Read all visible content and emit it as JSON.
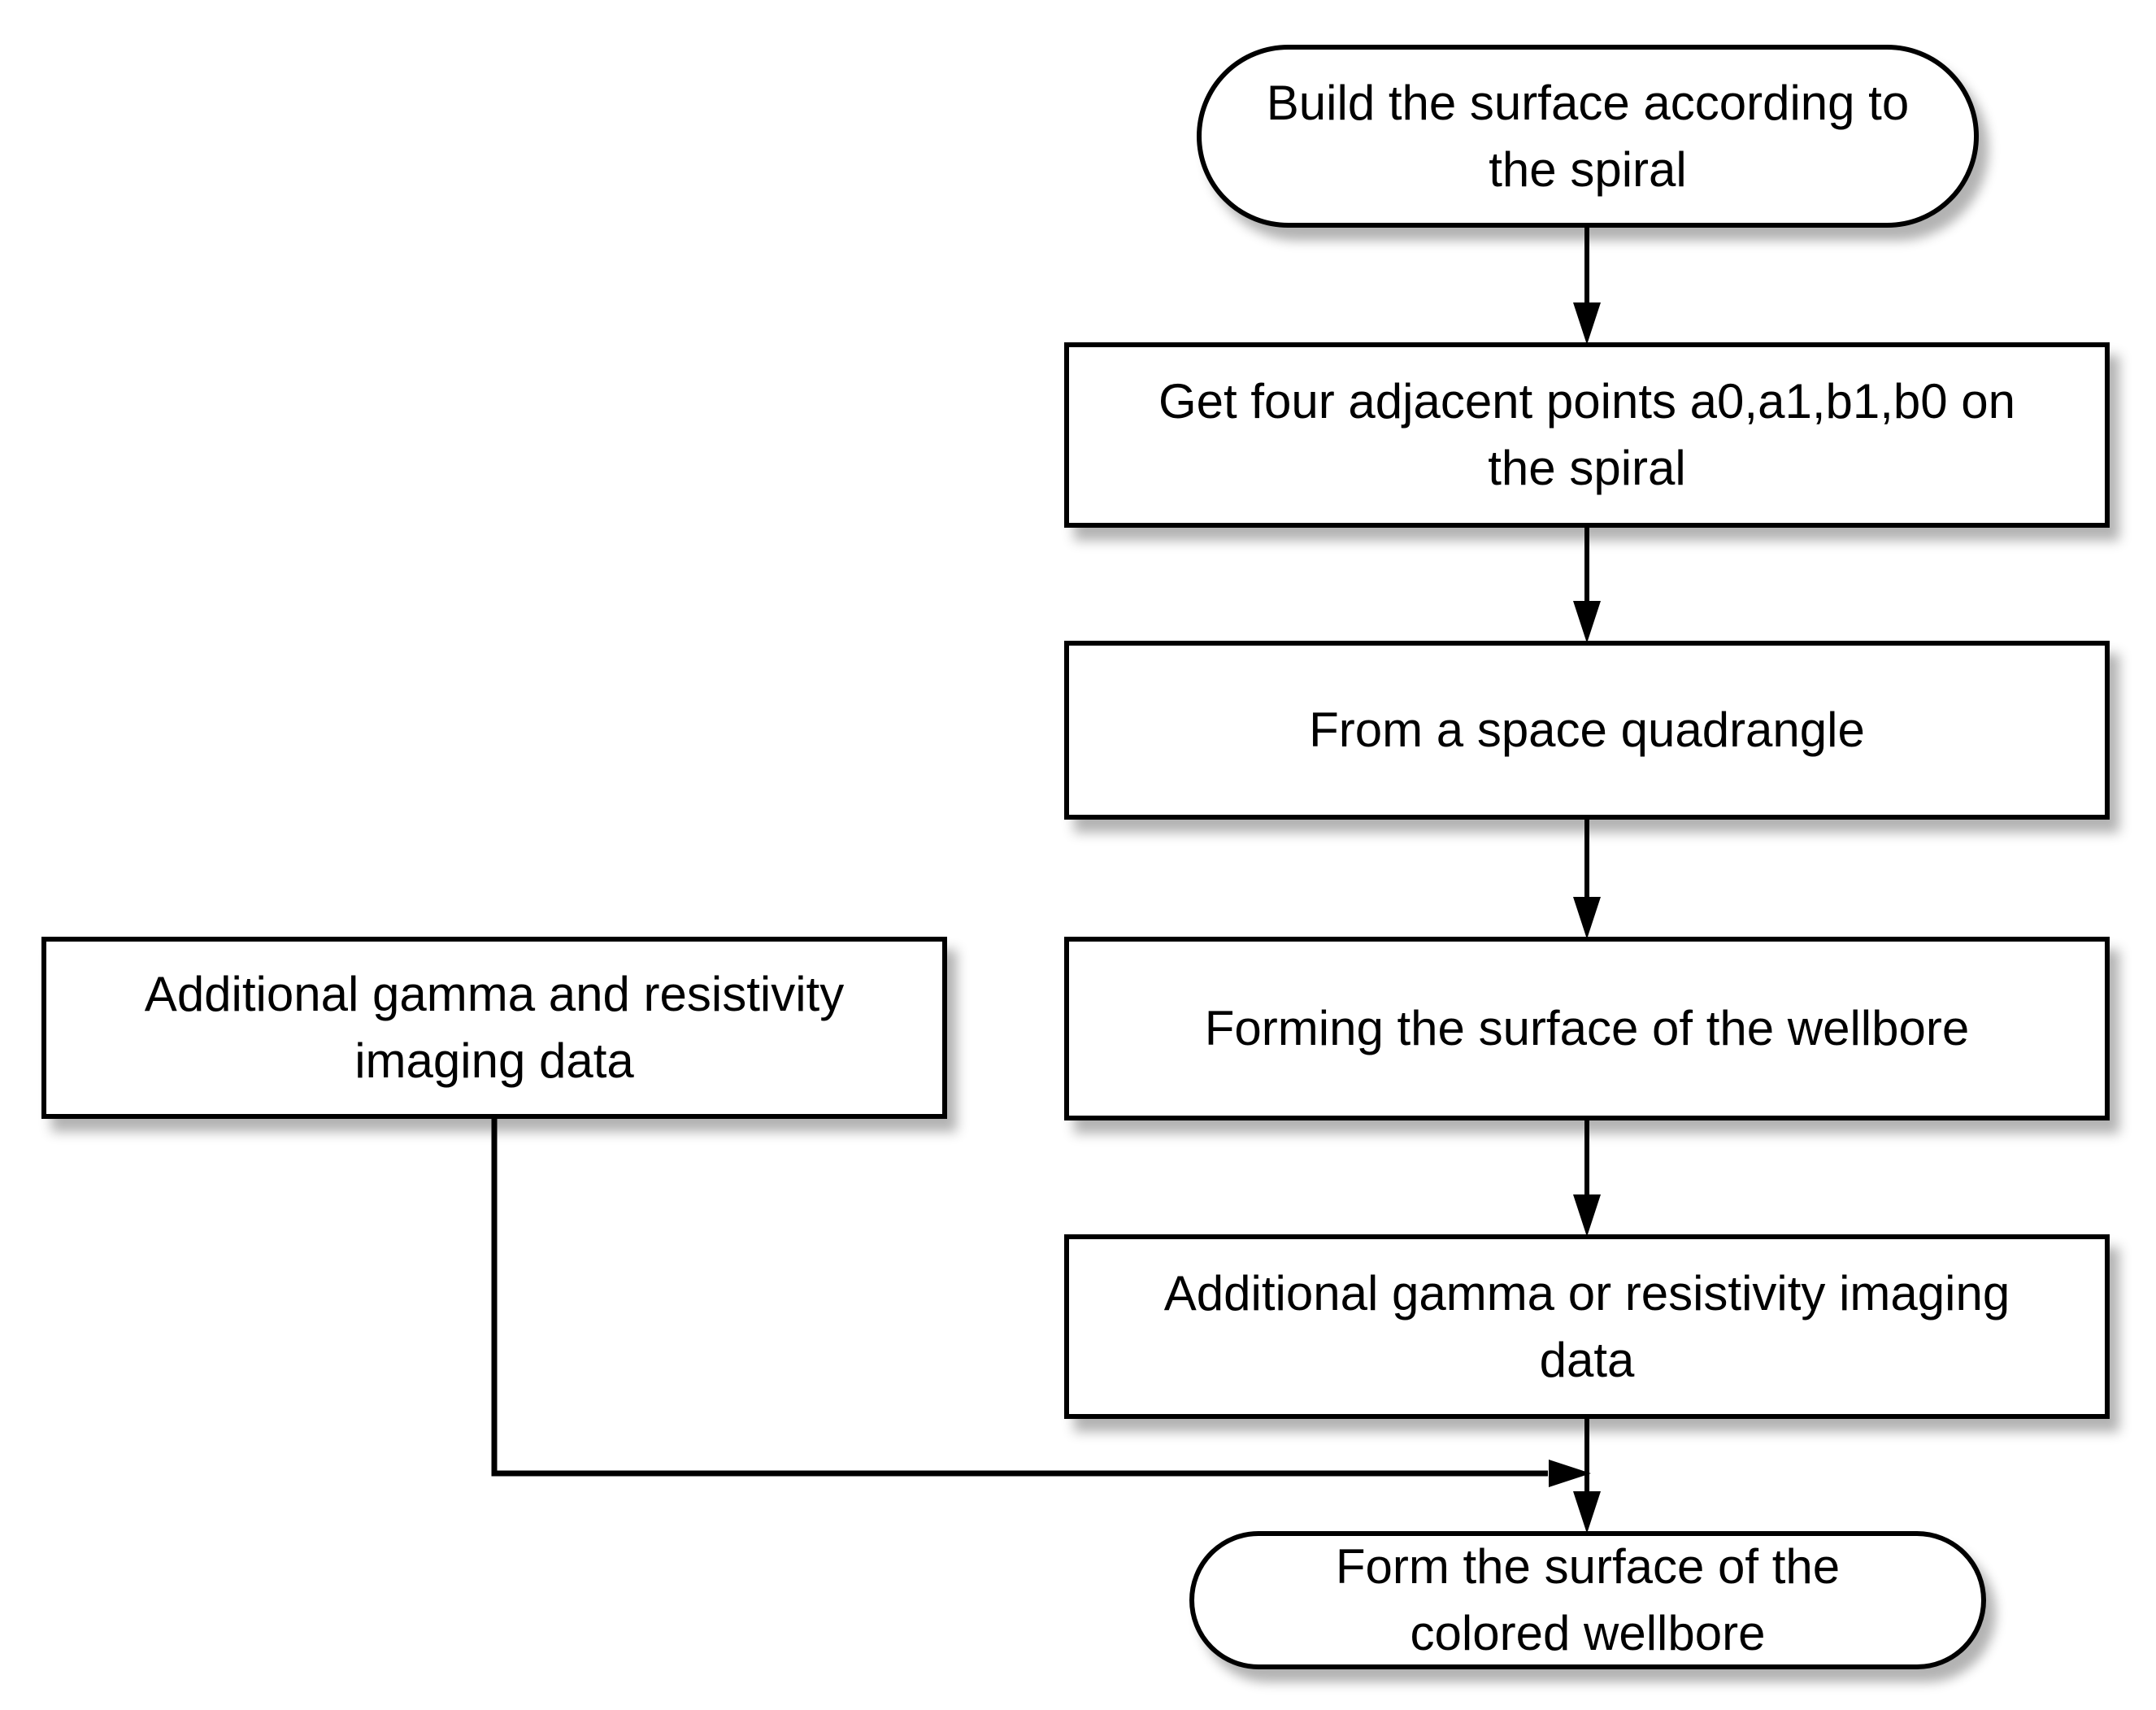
{
  "diagram": {
    "nodes": {
      "start": {
        "label": "Build the surface according to\nthe spiral",
        "shape": "terminator"
      },
      "get_points": {
        "label": "Get four adjacent points a0,a1,b1,b0 on\nthe spiral",
        "shape": "process"
      },
      "quadrangle": {
        "label": "From a space quadrangle",
        "shape": "process"
      },
      "wellbore_surface": {
        "label": "Forming the surface of the wellbore",
        "shape": "process"
      },
      "imaging_data": {
        "label": "Additional gamma or resistivity imaging\ndata",
        "shape": "process"
      },
      "side_input": {
        "label": "Additional gamma and resistivity\nimaging data",
        "shape": "process"
      },
      "end": {
        "label": "Form the surface of the\ncolored wellbore",
        "shape": "terminator"
      }
    },
    "edges": [
      {
        "from": "start",
        "to": "get_points"
      },
      {
        "from": "get_points",
        "to": "quadrangle"
      },
      {
        "from": "quadrangle",
        "to": "wellbore_surface"
      },
      {
        "from": "wellbore_surface",
        "to": "imaging_data"
      },
      {
        "from": "imaging_data",
        "to": "end"
      },
      {
        "from": "side_input",
        "to": "end"
      }
    ],
    "colors": {
      "stroke": "#000000",
      "fill": "#ffffff",
      "text": "#000000",
      "shadow": "#b3b3b3",
      "background": "#ffffff"
    }
  }
}
